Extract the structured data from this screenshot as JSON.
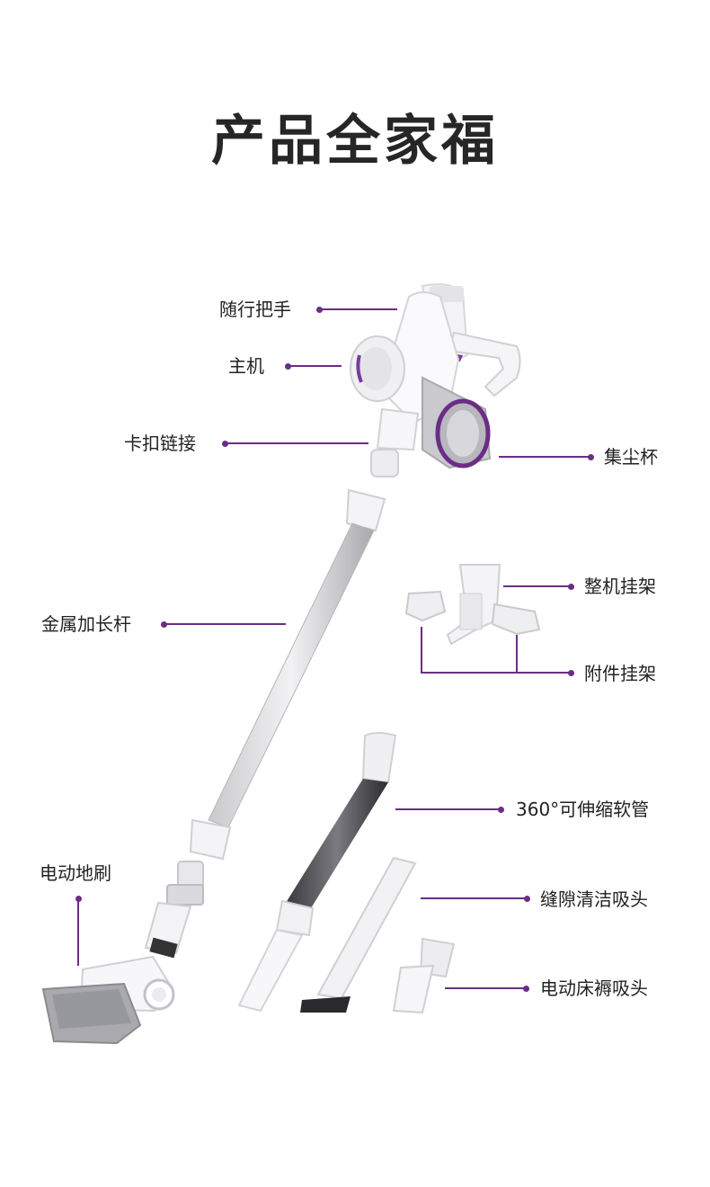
{
  "title": "产品全家福",
  "colors": {
    "accent": "#6b2d86",
    "text": "#222222",
    "title": "#262626"
  },
  "labels": {
    "handle": "随行把手",
    "main_unit": "主机",
    "clip_connector": "卡扣链接",
    "dust_cup": "集尘杯",
    "metal_rod": "金属加长杆",
    "machine_hanger": "整机挂架",
    "accessory_hanger": "附件挂架",
    "hose": "360°可伸缩软管",
    "electric_brush": "电动地刷",
    "crevice_tool": "缝隙清洁吸头",
    "mattress_tool": "电动床褥吸头"
  }
}
